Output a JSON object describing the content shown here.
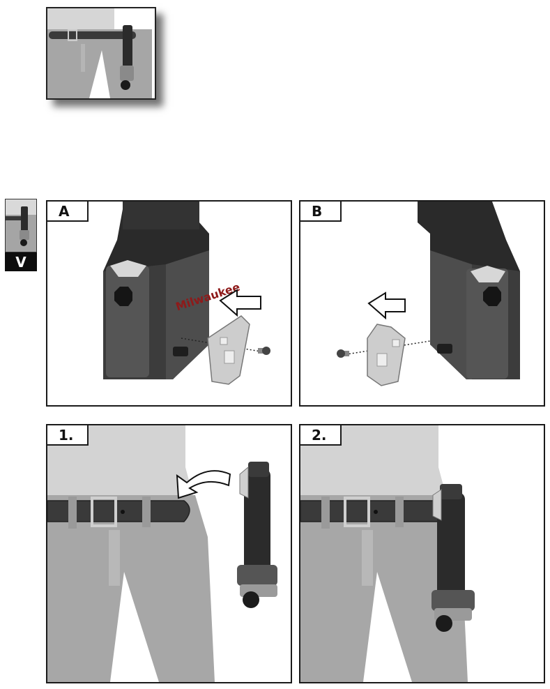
{
  "panels": {
    "a": {
      "label": "A",
      "brand": "Milwaukee"
    },
    "b": {
      "label": "B"
    },
    "step1": {
      "label": "1."
    },
    "step2": {
      "label": "2."
    }
  },
  "side_tab": {
    "label": "V"
  },
  "colors": {
    "tool_dark": "#2b2b2b",
    "tool_mid": "#5a5a5a",
    "clip_light": "#c8c8c8",
    "body_light": "#cfcfcf",
    "pants": "#a9a9a9",
    "belt": "#3a3a3a",
    "brand_red": "#8e1a1a"
  }
}
